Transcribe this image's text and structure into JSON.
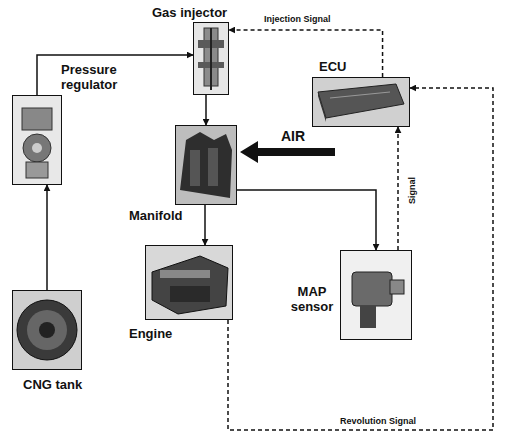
{
  "diagram": {
    "nodes": [
      {
        "text": [
          "Gas injector"
        ]
      },
      {
        "text": [
          "ECU"
        ]
      },
      {
        "text": [
          "Pressure regulator"
        ]
      },
      {
        "text": [
          "Manifold"
        ]
      },
      {
        "text": [
          "MAP sensor"
        ]
      },
      {
        "text": [
          "CNG tank"
        ]
      },
      {
        "text": [
          "Engine"
        ]
      }
    ],
    "edges": [
      {
        "from": 2,
        "to": 0,
        "arrow": "to"
      },
      {
        "from": 1,
        "to": 0,
        "label": "Injection Signal",
        "arrow": "to"
      },
      {
        "from": 0,
        "to": 3,
        "arrow": "to"
      },
      {
        "from": 3,
        "to": 6,
        "arrow": "to"
      },
      {
        "from": 3,
        "to": 4,
        "arrow": "to"
      },
      {
        "from": 4,
        "to": 1,
        "label": "Signal",
        "arrow": "to"
      },
      {
        "from": 5,
        "to": 2,
        "arrow": "to"
      },
      {
        "from": 6,
        "to": 1,
        "label": "Revolution Signal",
        "arrow": "to"
      }
    ],
    "labels": [
      "AIR"
    ]
  }
}
